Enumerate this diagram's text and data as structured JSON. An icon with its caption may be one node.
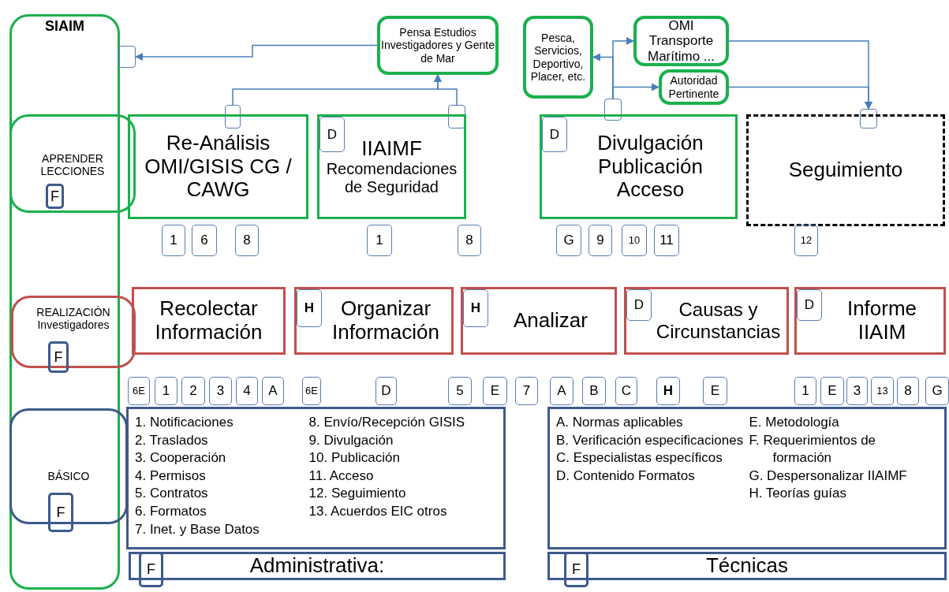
{
  "diagram": {
    "nodes": [
      {
        "text": [
          "SIAIM"
        ]
      },
      {
        "text": [
          "Pensa Estudios Investigadores y Gente de Mar"
        ]
      },
      {
        "text": [
          "Pesca, Servicios, Deportivo, Placer, etc."
        ]
      },
      {
        "text": [
          "OMI Transporte Marítimo ..."
        ]
      },
      {
        "text": [
          "Autoridad Pertinente"
        ]
      },
      {
        "text": [],
        "shape": "box"
      },
      {
        "text": [],
        "shape": "box"
      },
      {
        "text": [],
        "shape": "box"
      },
      {
        "text": [],
        "shape": "box"
      },
      {
        "text": [],
        "shape": "box"
      },
      {
        "text": [
          "APRENDER LECCIONES"
        ]
      },
      {
        "text": [
          "F"
        ],
        "in": 10
      },
      {
        "text": [
          "Re-Análisis OMI/GISIS CG / CAWG"
        ]
      },
      {
        "text": [
          "IIAIMF",
          "Recomendaciones de Seguridad"
        ]
      },
      {
        "text": [
          "D"
        ],
        "in": 13
      },
      {
        "text": [
          "Divulgación Publicación Acceso"
        ]
      },
      {
        "text": [
          "D"
        ],
        "in": 15
      },
      {
        "text": [
          "Seguimiento"
        ]
      },
      {
        "text": [
          "1"
        ]
      },
      {
        "text": [
          "6"
        ]
      },
      {
        "text": [
          "8"
        ]
      },
      {
        "text": [
          "1"
        ]
      },
      {
        "text": [
          "8"
        ]
      },
      {
        "text": [
          "G"
        ]
      },
      {
        "text": [
          "9"
        ]
      },
      {
        "text": [
          "10"
        ]
      },
      {
        "text": [
          "11"
        ]
      },
      {
        "text": [
          "12"
        ]
      },
      {
        "text": [
          "REALIZACIÓN Investigadores"
        ]
      },
      {
        "text": [
          "F"
        ],
        "in": 28
      },
      {
        "text": [
          "Recolectar Información"
        ]
      },
      {
        "text": [
          "Organizar Información"
        ]
      },
      {
        "text": [
          "H"
        ],
        "in": 31
      },
      {
        "text": [
          "Analizar"
        ]
      },
      {
        "text": [
          "H"
        ],
        "in": 33
      },
      {
        "text": [
          "Causas y Circunstancias"
        ]
      },
      {
        "text": [
          "D"
        ],
        "in": 35
      },
      {
        "text": [
          "Informe IIAIM"
        ]
      },
      {
        "text": [
          "D"
        ],
        "in": 37
      },
      {
        "text": [
          "6E"
        ]
      },
      {
        "text": [
          "1"
        ]
      },
      {
        "text": [
          "2"
        ]
      },
      {
        "text": [
          "3"
        ]
      },
      {
        "text": [
          "4"
        ]
      },
      {
        "text": [
          "A"
        ]
      },
      {
        "text": [
          "6E"
        ]
      },
      {
        "text": [
          "D"
        ]
      },
      {
        "text": [
          "5"
        ]
      },
      {
        "text": [
          "E"
        ]
      },
      {
        "text": [
          "7"
        ]
      },
      {
        "text": [
          "A"
        ]
      },
      {
        "text": [
          "B"
        ]
      },
      {
        "text": [
          "C"
        ]
      },
      {
        "text": [
          "H"
        ]
      },
      {
        "text": [
          "E"
        ]
      },
      {
        "text": [
          "1"
        ]
      },
      {
        "text": [
          "E"
        ]
      },
      {
        "text": [
          "3"
        ]
      },
      {
        "text": [
          "13"
        ]
      },
      {
        "text": [
          "8"
        ]
      },
      {
        "text": [
          "G"
        ]
      },
      {
        "text": [
          "BÁSICO"
        ]
      },
      {
        "text": [
          "F"
        ],
        "in": 61
      },
      {
        "text": [
          "1. Notificaciones",
          "2. Traslados",
          "3. Cooperación",
          "4. Permisos",
          "5. Contratos",
          "6. Formatos",
          "7. Inet. y Base Datos",
          "8. Envío/Recepción GISIS",
          "9. Divulgación",
          "10. Publicación",
          "11. Acceso",
          "12. Seguimiento",
          "13. Acuerdos EIC otros"
        ]
      },
      {
        "text": [
          "A. Normas aplicables",
          "B. Verificación especificaciones",
          "C. Especialistas específicos",
          "D. Contenido Formatos",
          "E. Metodología",
          "F. Requerimientos de formación",
          "G. Despersonalizar IIAIMF",
          "H. Teorías guías"
        ]
      },
      {
        "text": [
          "Administrativa:"
        ]
      },
      {
        "text": [
          "F"
        ]
      },
      {
        "text": [
          "Técnicas"
        ]
      },
      {
        "text": [
          "F"
        ]
      }
    ],
    "edges": [
      {
        "from": 1,
        "to": 5,
        "arrow": "to"
      },
      {
        "from": 7,
        "to": 1,
        "arrow": "to"
      },
      {
        "from": 8,
        "to": 1,
        "arrow": "to"
      },
      {
        "from": 6,
        "to": 2,
        "arrow": "to"
      },
      {
        "from": 6,
        "to": 3,
        "arrow": "to"
      },
      {
        "from": 6,
        "to": 4,
        "arrow": "to"
      },
      {
        "from": 3,
        "to": 9,
        "arrow": "to"
      },
      {
        "from": 4,
        "to": 9,
        "arrow": "to"
      }
    ]
  }
}
